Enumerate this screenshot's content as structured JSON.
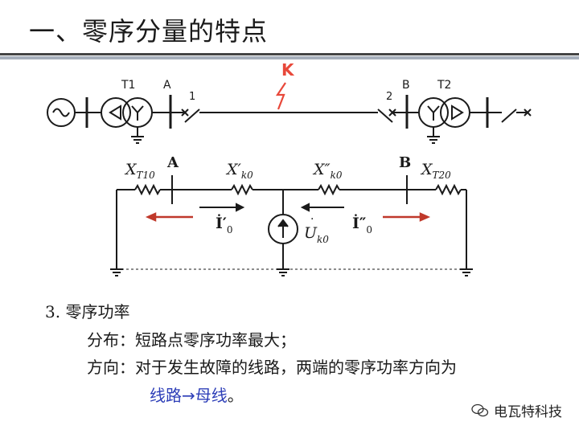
{
  "title": "一、零序分量的特点",
  "diagram": {
    "fault_label": "K",
    "t1_label": "T1",
    "t2_label": "T2",
    "node_a_top": "A",
    "node_b_top": "B",
    "breaker_1": "1",
    "breaker_2": "2",
    "node_a": "A",
    "node_b": "B",
    "xt10": "X",
    "xt10_sub": "T10",
    "xk0p": "X′",
    "xk0p_sub": "k0",
    "xk0pp": "X″",
    "xk0pp_sub": "k0",
    "xt20": "X",
    "xt20_sub": "T20",
    "i0p": "İ′",
    "i0p_sub": "0",
    "i0pp": "İ″",
    "i0pp_sub": "0",
    "uk0": "U",
    "uk0_sub": "k0"
  },
  "text": {
    "item": "3.  零序功率",
    "dist_label": "分布：",
    "dist_value": "短路点零序功率最大；",
    "dir_label": "方向：",
    "dir_value": "对于发生故障的线路，两端的零序功率方向为",
    "dir_value2": "线路→母线",
    "dir_end": "。"
  },
  "watermark": "电瓦特科技",
  "colors": {
    "line": "#1a1a1a",
    "fault": "#e8483a",
    "arrow_red": "#c0392b",
    "blue_text": "#2e3fb8"
  }
}
